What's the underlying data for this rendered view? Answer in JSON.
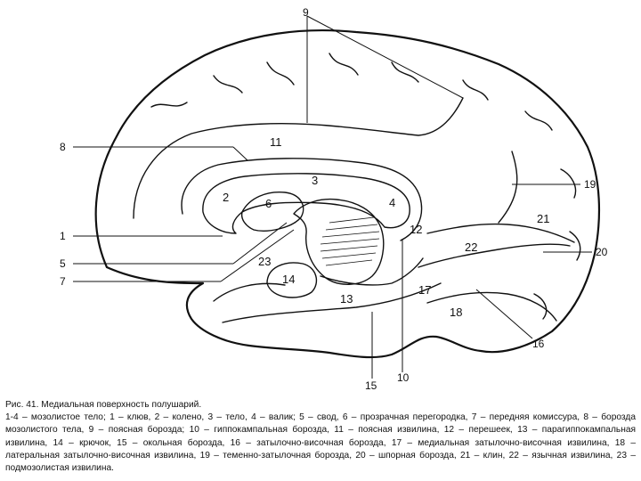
{
  "figure": {
    "labels": {
      "l1": "1",
      "l2": "2",
      "l3": "3",
      "l4": "4",
      "l5": "5",
      "l6": "6",
      "l7": "7",
      "l8": "8",
      "l9": "9",
      "l10": "10",
      "l11": "11",
      "l12": "12",
      "l13": "13",
      "l14": "14",
      "l15": "15",
      "l16": "16",
      "l17": "17",
      "l18": "18",
      "l19": "19",
      "l20": "20",
      "l21": "21",
      "l22": "22",
      "l23": "23"
    }
  },
  "caption": {
    "title": "Рис. 41. Медиальная поверхность полушарий.",
    "text": "1-4 – мозолистое тело; 1 – клюв, 2 – колено, 3 – тело, 4 – валик; 5 – свод, 6 – прозрачная перегородка, 7 – передняя комиссура, 8 – борозда мозолистого тела, 9 – поясная борозда; 10 – гиппокампальная борозда, 11 – поясная извилина, 12 – перешеек, 13 – парагиппокампальная извилина, 14 – крючок, 15 – окольная борозда, 16 – затылочно-височная борозда, 17 – медиальная затылочно-височная извилина, 18 – латеральная затылочно-височная извилина, 19 – теменно-затылочная борозда, 20 – шпорная борозда, 21 – клин, 22 – язычная извилина, 23 – подмозолистая извилина."
  }
}
